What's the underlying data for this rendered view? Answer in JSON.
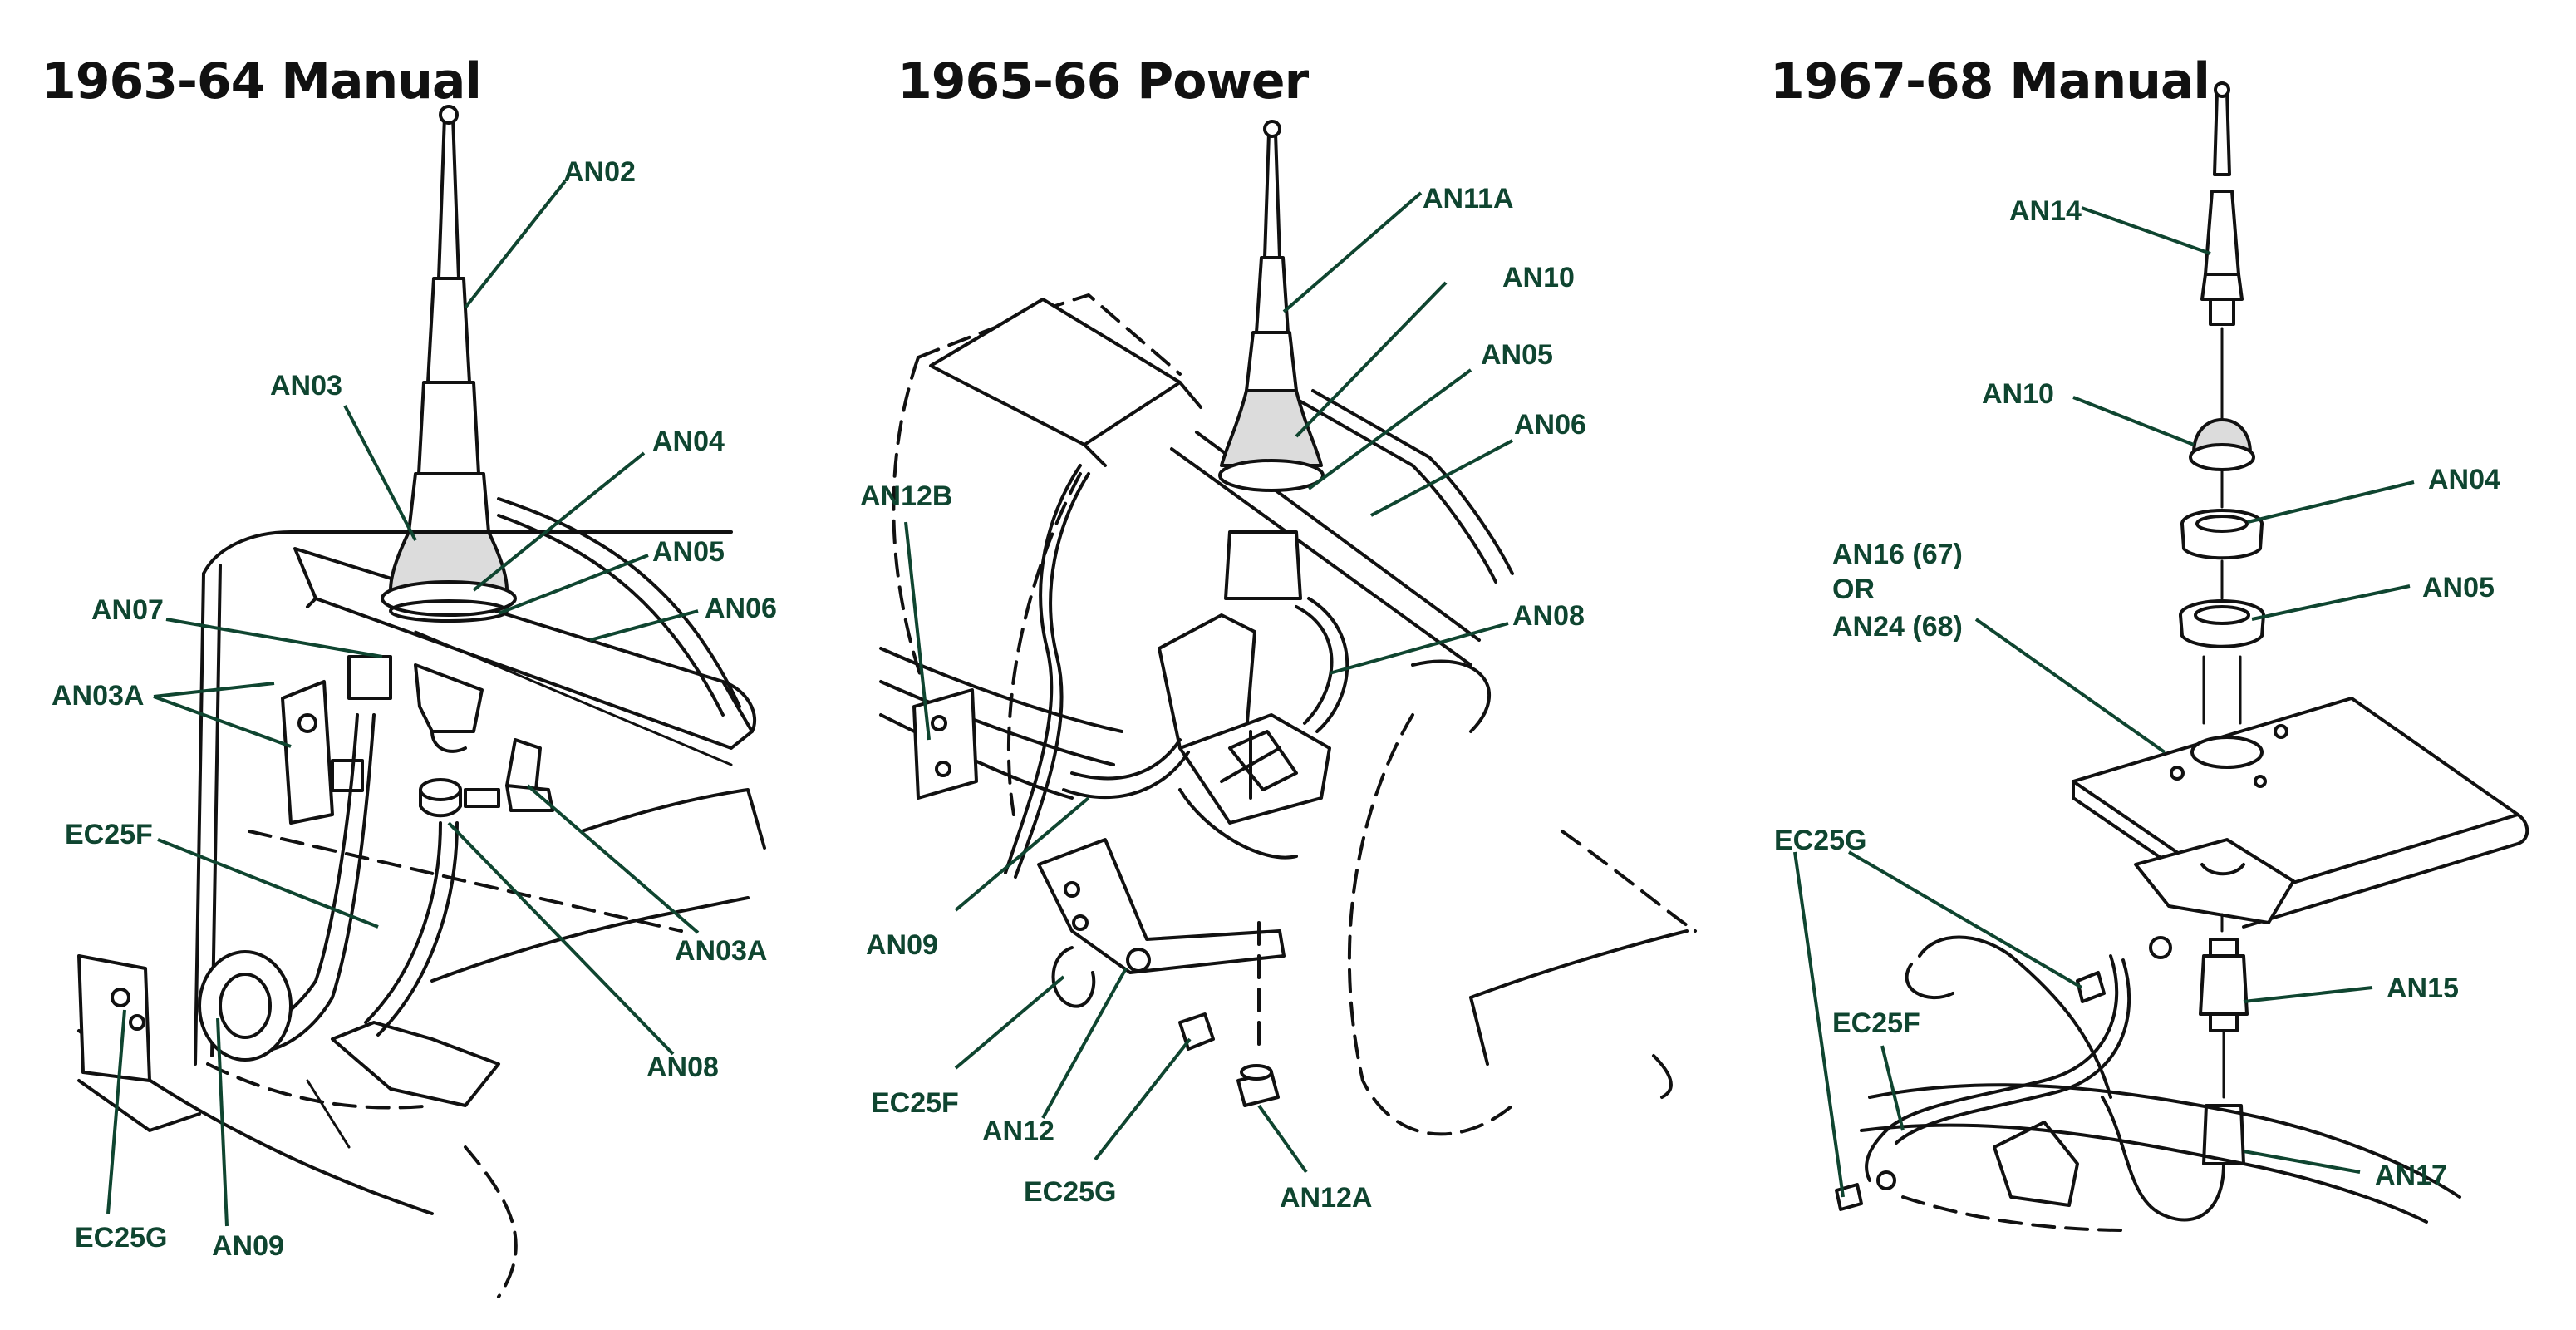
{
  "panels": [
    {
      "id": "p1",
      "title": "1963-64 Manual",
      "labels": {
        "an02": "AN02",
        "an03": "AN03",
        "an04": "AN04",
        "an05": "AN05",
        "an06": "AN06",
        "an07": "AN07",
        "an03a_left": "AN03A",
        "an03a_right": "AN03A",
        "ec25f": "EC25F",
        "an08": "AN08",
        "ec25g": "EC25G",
        "an09": "AN09"
      }
    },
    {
      "id": "p2",
      "title": "1965-66 Power",
      "labels": {
        "an11a": "AN11A",
        "an10": "AN10",
        "an05": "AN05",
        "an06": "AN06",
        "an12b": "AN12B",
        "an08": "AN08",
        "an09": "AN09",
        "ec25f": "EC25F",
        "an12": "AN12",
        "ec25g": "EC25G",
        "an12a": "AN12A"
      }
    },
    {
      "id": "p3",
      "title": "1967-68 Manual",
      "labels": {
        "an14": "AN14",
        "an10": "AN10",
        "an04": "AN04",
        "an16_line1": "AN16 (67)",
        "an16_line2": "OR",
        "an16_line3": "AN24 (68)",
        "an05": "AN05",
        "ec25g": "EC25G",
        "ec25f": "EC25F",
        "an15": "AN15",
        "an17": "AN17"
      }
    }
  ],
  "colors": {
    "label": "#0f4530",
    "title": "#111111",
    "ink": "#111111"
  }
}
